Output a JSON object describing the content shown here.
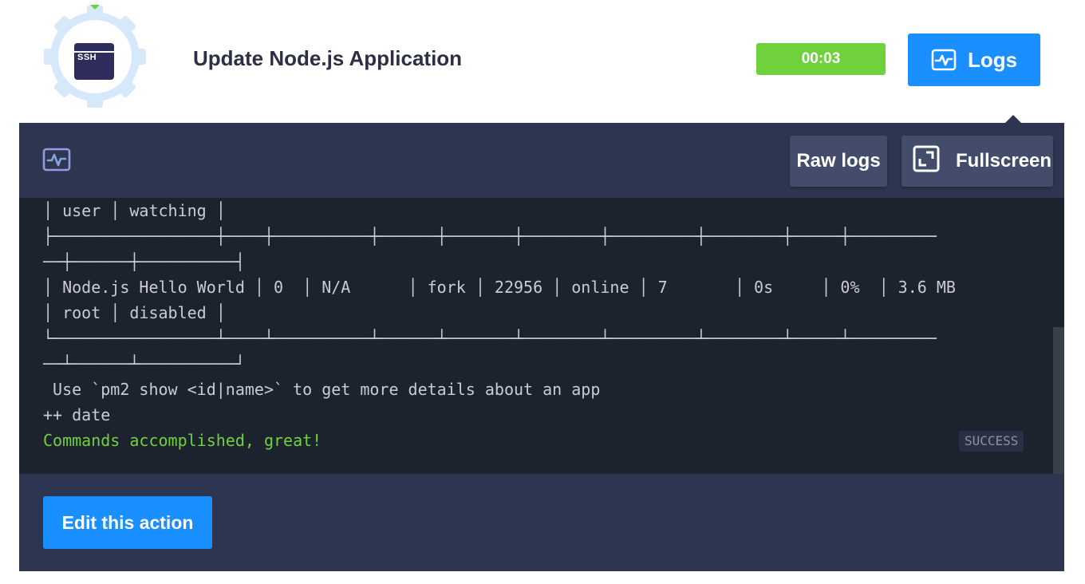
{
  "header": {
    "app_icon": "ssh-gear-icon",
    "ssh_label": "SSH",
    "title": "Update Node.js Application",
    "timer": "00:03",
    "logs_label": "Logs",
    "logs_icon": "activity-icon"
  },
  "panel": {
    "icon": "activity-icon",
    "raw_logs_label": "Raw logs",
    "fullscreen_label": "Fullscreen",
    "fullscreen_icon": "expand-icon",
    "edit_label": "Edit this action"
  },
  "terminal": {
    "lines": [
      "│ user │ watching │",
      "├─────────────────┼────┼──────────┼──────┼───────┼────────┼─────────┼────────┼─────┼─────────",
      "──┼──────┼──────────┤",
      "│ Node.js Hello World │ 0  │ N/A      │ fork │ 22956 │ online │ 7       │ 0s     │ 0%  │ 3.6 MB",
      "│ root │ disabled │",
      "└─────────────────┴────┴──────────┴──────┴───────┴────────┴─────────┴────────┴─────┴─────────",
      "──┴──────┴──────────┘",
      " Use `pm2 show <id|name>` to get more details about an app",
      "++ date",
      "Commands accomplished, great!"
    ],
    "status_badge": "SUCCESS"
  },
  "colors": {
    "accent_blue": "#1a8fff",
    "success_green": "#6fd23c",
    "panel_bg": "#2d3550",
    "terminal_bg": "#1d222f"
  }
}
